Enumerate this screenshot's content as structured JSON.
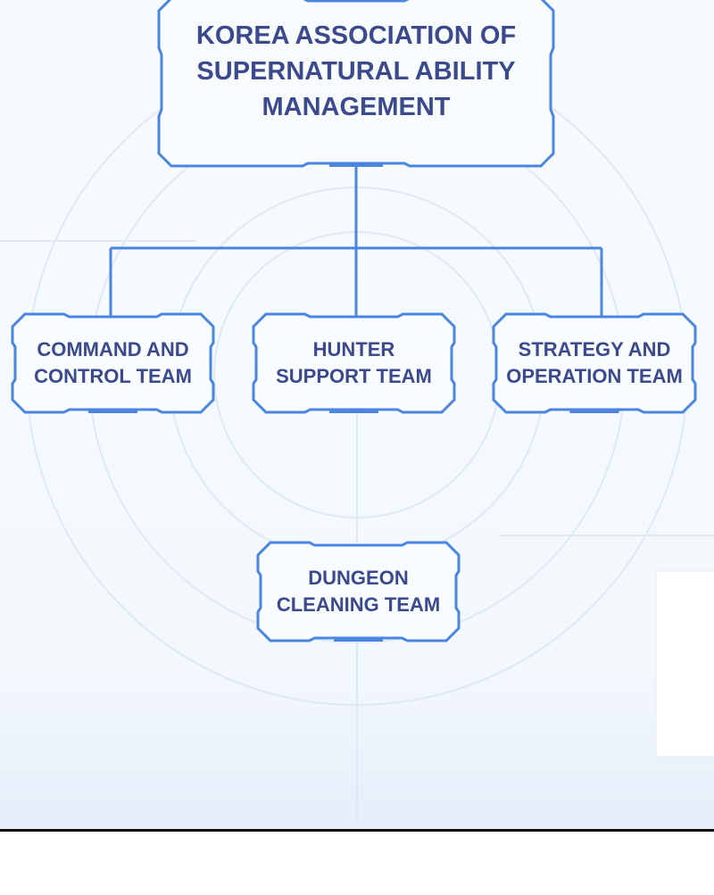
{
  "chart_data": {
    "type": "org-chart",
    "root": "KOREA ASSOCIATION OF\nSUPERNATURAL ABILITY\nMANAGEMENT",
    "children": [
      "COMMAND AND\nCONTROL TEAM",
      "HUNTER\nSUPPORT TEAM",
      "STRATEGY AND\nOPERATION TEAM",
      "DUNGEON\nCLEANING TEAM"
    ]
  },
  "colors": {
    "line": "#4a86e0",
    "text": "#3b4a8c",
    "fill": "#f9fcff"
  }
}
